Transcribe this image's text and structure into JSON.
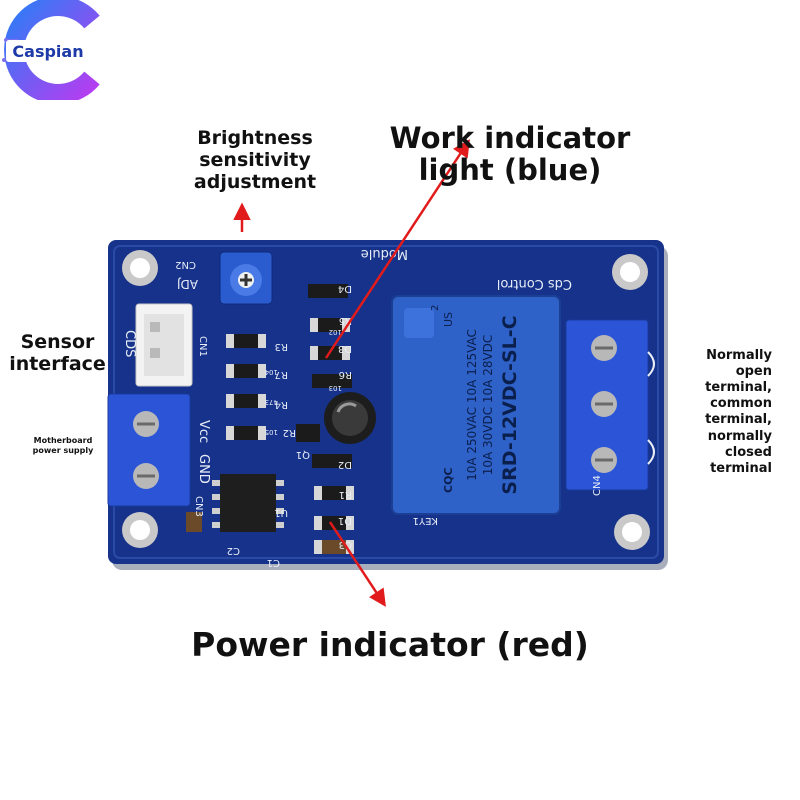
{
  "brand": {
    "name": "Caspian",
    "logo_icon": "c-circuit-logo-icon",
    "colors": {
      "gradient_start": "#2f7cf6",
      "gradient_end": "#b63df0"
    }
  },
  "callouts": {
    "brightness": "Brightness sensitivity adjustment",
    "work_indicator": "Work indicator light (blue)",
    "sensor_interface": "Sensor interface",
    "motherboard_power": "Motherboard power supply",
    "terminals": "Normally open terminal, common terminal, normally closed terminal",
    "power_indicator": "Power indicator (red)"
  },
  "pcb_labels": {
    "module": "Module",
    "cds_control": "Cds Control",
    "cn2": "CN2",
    "adj": "ADJ",
    "cds": "CDS",
    "cn1": "CN1",
    "vcc": "Vcc",
    "gnd": "GND",
    "cn3": "CN3",
    "u1": "U1",
    "c2": "C2",
    "c1": "C1",
    "c3": "C3",
    "cn4": "CN4",
    "key1": "KEY1",
    "q1": "Q1",
    "r1": "R1",
    "r2": "R2",
    "r3": "R3",
    "r4": "R4",
    "r5": "R5",
    "r6": "R6",
    "r7": "R7",
    "d1": "D1",
    "d2": "D2",
    "d3": "D3",
    "d4": "D4",
    "res_102": "102",
    "res_103": "103",
    "res_104": "104",
    "res_473": "473",
    "res_105": "105"
  },
  "relay": {
    "model": "SRD-12VDC-SL-C",
    "line1": "10A 250VAC  10A 125VAC",
    "line2": "10A 30VDC  10A 28VDC",
    "cqc": "CQC",
    "us": "US",
    "two": "2"
  },
  "colors": {
    "pcb": "#16328a",
    "relay": "#2f62c8",
    "terminal_block": "#2b55d6",
    "arrow": "#e11b1b"
  }
}
